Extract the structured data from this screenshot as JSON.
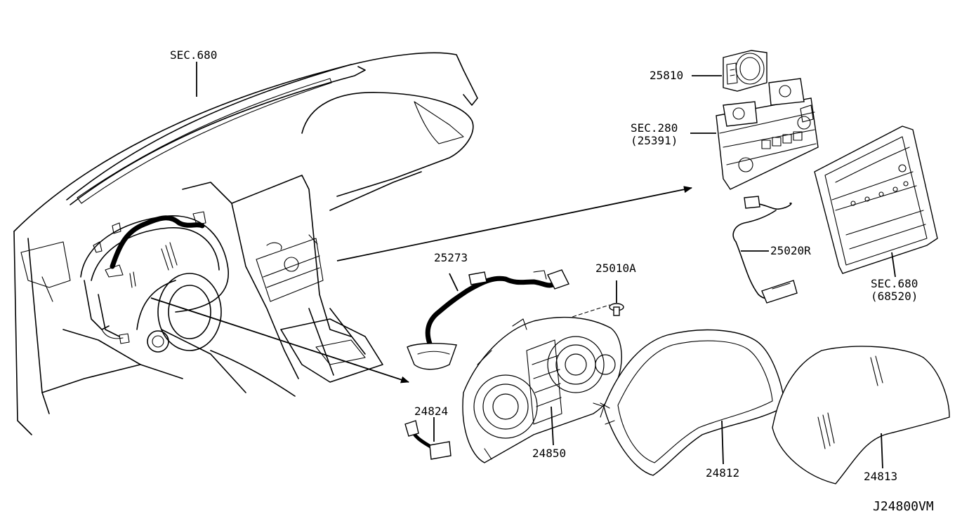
{
  "diagram": {
    "code": "J24800VM",
    "labels": {
      "sec680_top": "SEC.680",
      "p25810": "25810",
      "sec280": "SEC.280",
      "sec280_sub": "(25391)",
      "p25273": "25273",
      "p25010A": "25010A",
      "p25020R": "25020R",
      "sec680_right": "SEC.680",
      "sec680_right_sub": "(68520)",
      "p24824": "24824",
      "p24850": "24850",
      "p24812": "24812",
      "p24813": "24813"
    }
  }
}
